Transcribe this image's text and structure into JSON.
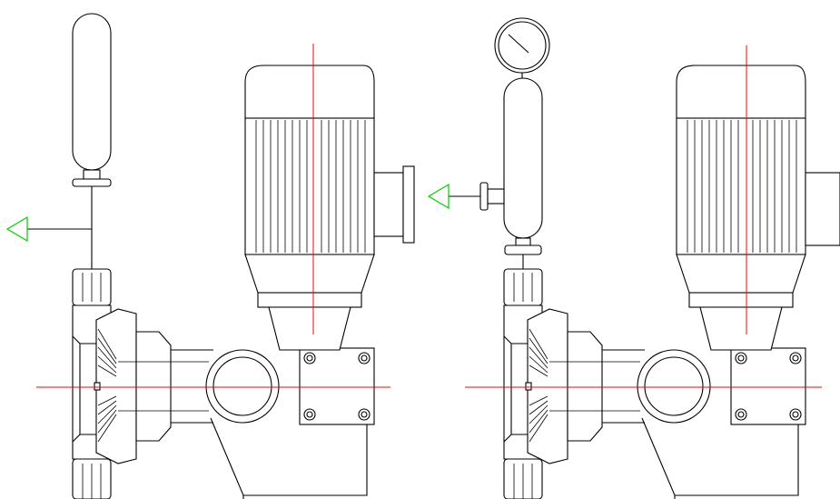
{
  "drawing": {
    "background": "#ffffff",
    "colors": {
      "line": "#000000",
      "centerline": "#ff0000",
      "flow_arrow": "#00cc00"
    },
    "views": [
      {
        "name": "pump-with-pulsation-dampener",
        "components": [
          "pulsation-dampener",
          "discharge-line",
          "flow-arrow",
          "pump-head",
          "motor",
          "gearbox"
        ]
      },
      {
        "name": "pump-with-dampener-and-gauge",
        "components": [
          "pressure-gauge",
          "pulsation-dampener",
          "isolation-valve",
          "flow-arrow",
          "pump-head",
          "motor",
          "gearbox"
        ]
      }
    ]
  }
}
